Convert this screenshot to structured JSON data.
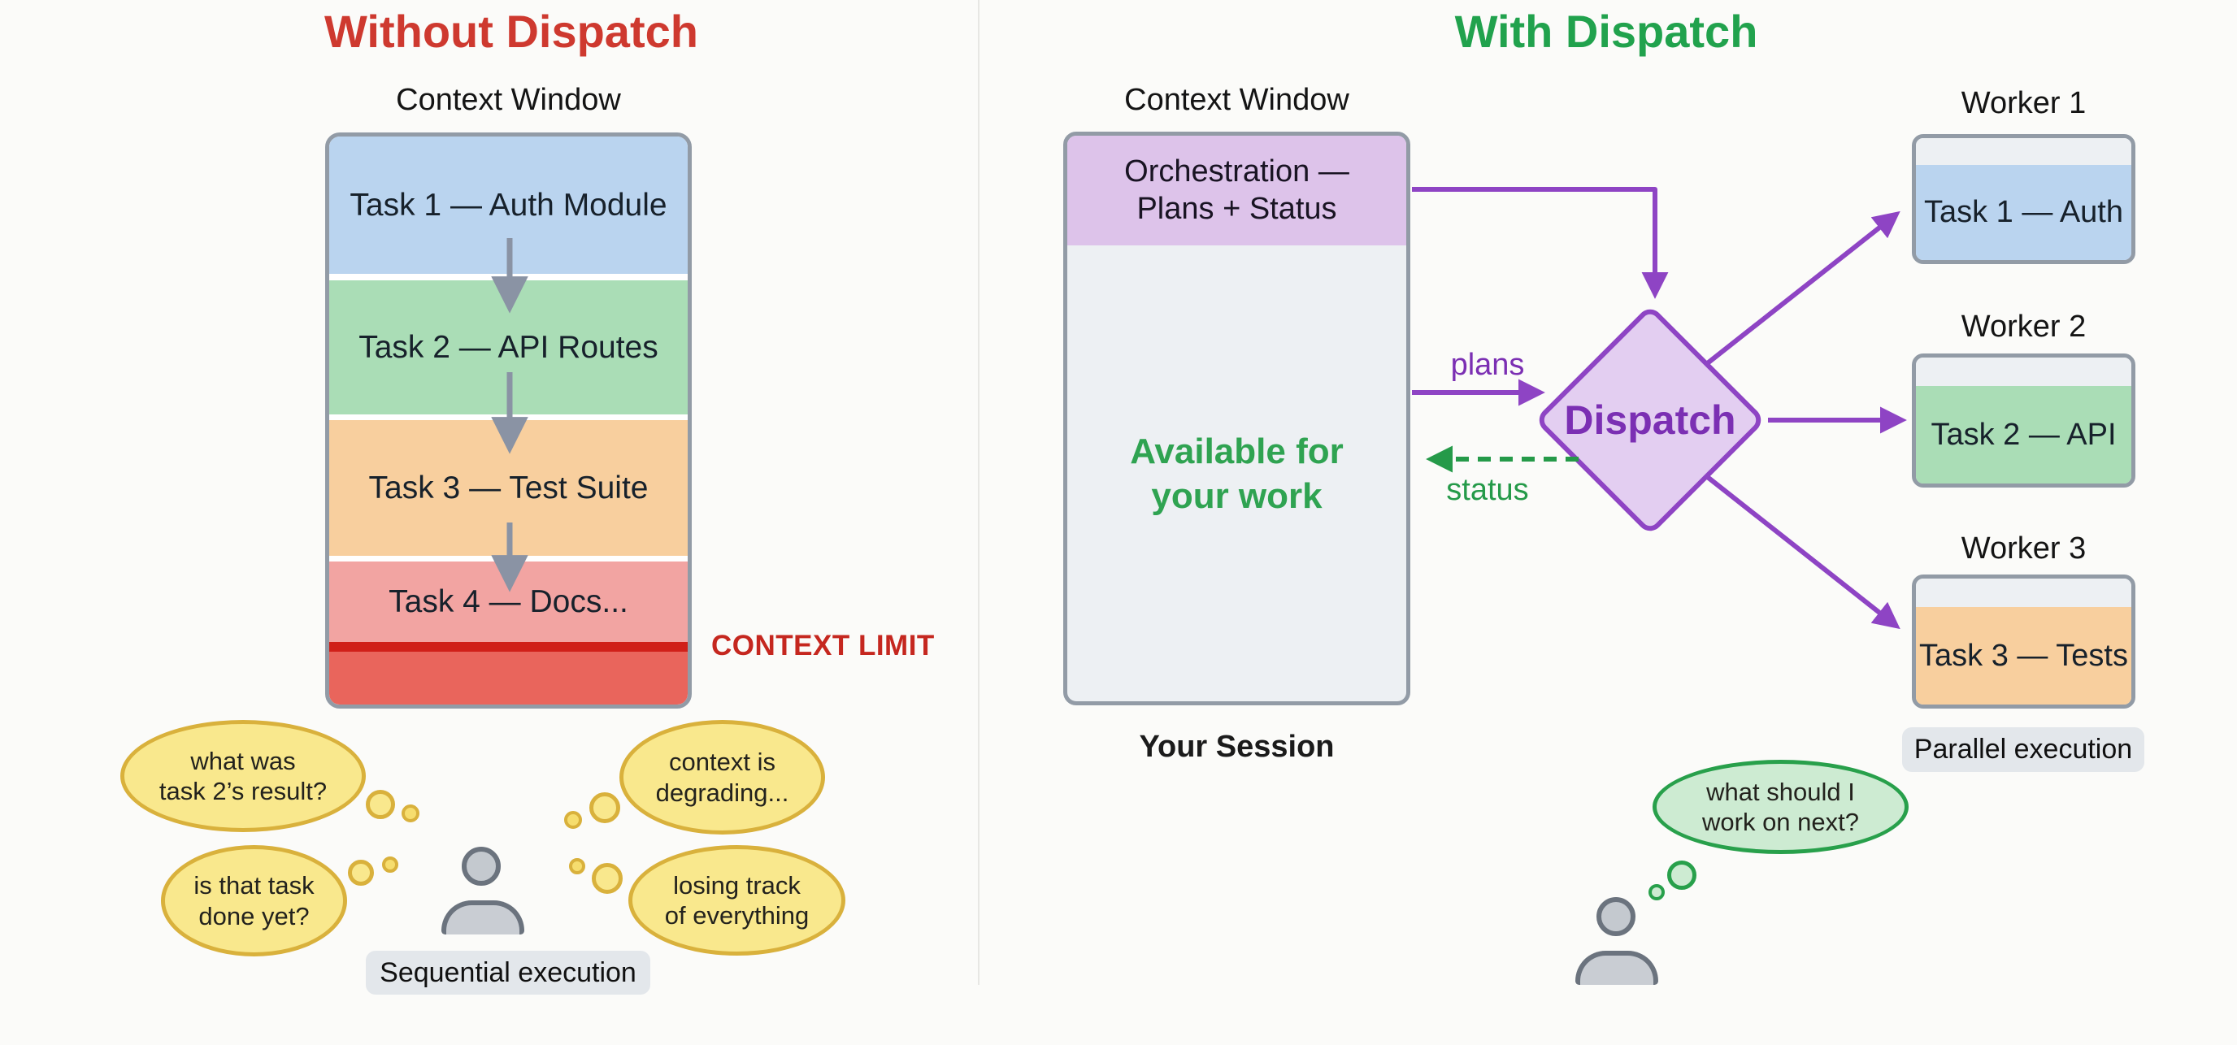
{
  "colors": {
    "left_title_red": "#ce392f",
    "context_limit_red": "#c5271f",
    "limit_line_red": "#d02019",
    "right_title_green": "#21a24d",
    "available_green": "#2fa351",
    "status_green": "#28a04b",
    "dispatch_purple": "#8e44c4",
    "dispatch_text_purple": "#7b2fb3",
    "orchestration_header_purple": "#ddc3ea",
    "task_blue": "#bad4ef",
    "task_green": "#aaddb6",
    "task_orange": "#f8cf9e",
    "task_pink": "#f2a4a2",
    "over_limit_red": "#e9655c",
    "bubble_yellow_fill": "#f9e88d",
    "bubble_yellow_border": "#d9b13c",
    "bubble_green_fill": "#cdebd2",
    "pill_gray": "#e3e7eb",
    "box_border_gray": "#929ba6",
    "arrow_gray": "#8a93a4"
  },
  "left": {
    "title": "Without Dispatch",
    "context_window_label": "Context Window",
    "tasks": [
      {
        "label": "Task 1 — Auth Module"
      },
      {
        "label": "Task 2 — API Routes"
      },
      {
        "label": "Task 3 — Test Suite"
      },
      {
        "label": "Task 4 — Docs..."
      }
    ],
    "context_limit": "CONTEXT LIMIT",
    "bubbles": [
      {
        "text": "what was\ntask 2’s result?"
      },
      {
        "text": "context is\ndegrading..."
      },
      {
        "text": "is that task\ndone yet?"
      },
      {
        "text": "losing track\nof everything"
      }
    ],
    "execution_label": "Sequential execution"
  },
  "right": {
    "title": "With Dispatch",
    "context_window_label": "Context Window",
    "orchestration_header": "Orchestration —\nPlans + Status",
    "available_text": "Available for\nyour work",
    "session_label": "Your Session",
    "dispatch_label": "Dispatch",
    "plans_label": "plans",
    "status_label": "status",
    "workers": [
      {
        "name": "Worker 1",
        "task": "Task 1 — Auth"
      },
      {
        "name": "Worker 2",
        "task": "Task 2 — API"
      },
      {
        "name": "Worker 3",
        "task": "Task 3 — Tests"
      }
    ],
    "execution_label": "Parallel execution",
    "bubble": "what should I\nwork on next?"
  }
}
